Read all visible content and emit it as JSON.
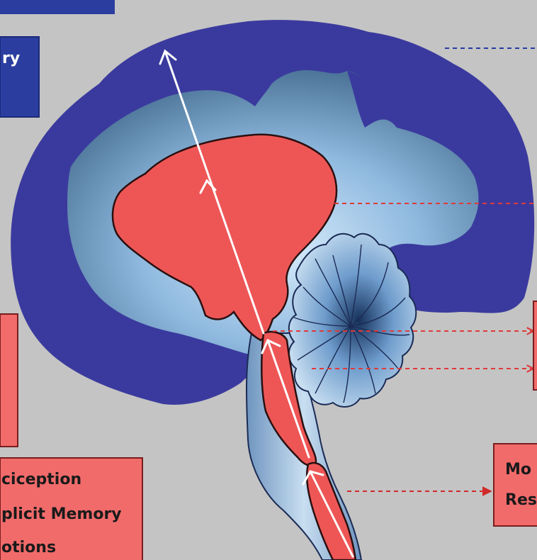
{
  "labels": {
    "top_left_fragment": "ry",
    "bottom_left_lines": [
      "ciception",
      "plicit Memory",
      "otions"
    ],
    "bottom_right_lines": [
      "Mo",
      "Res"
    ]
  },
  "colors": {
    "background": "#c4c4c4",
    "cortex": "#3a3a9e",
    "hindbrain_red": "#ee5656",
    "label_box_red": "#f26b6b",
    "dashed_blue": "#2a3aa0",
    "dashed_red": "#e03a3a"
  }
}
